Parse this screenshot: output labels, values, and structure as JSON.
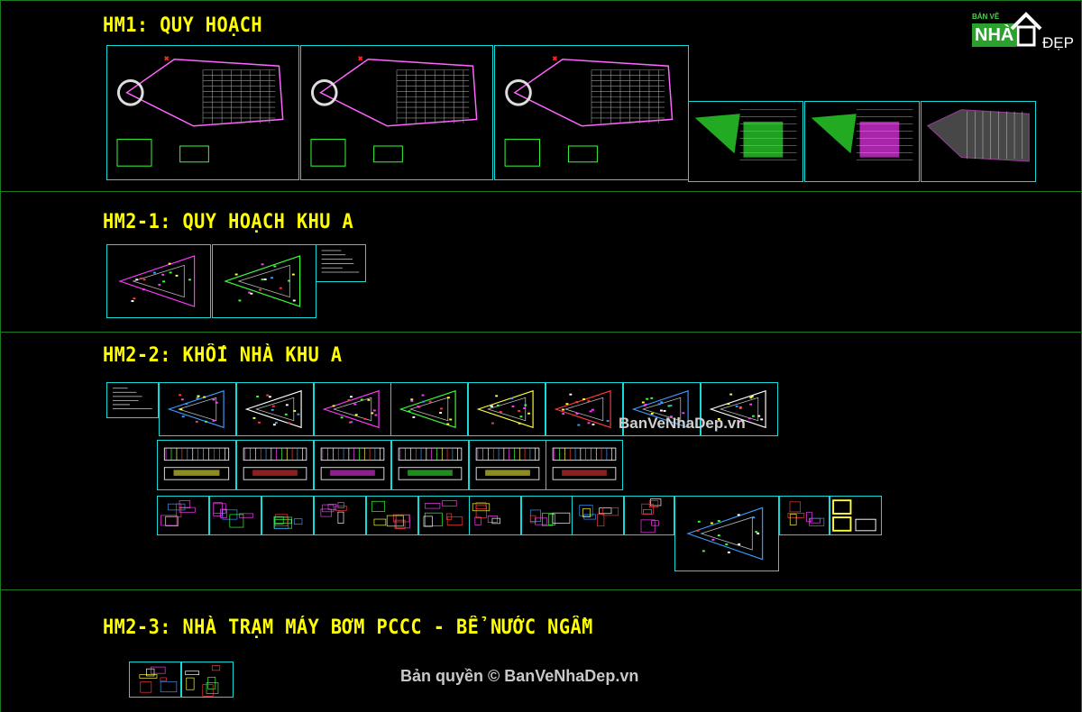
{
  "sections": [
    {
      "title": "HM1: QUY HOẠCH"
    },
    {
      "title": "HM2-1: QUY HOẠCH KHU A"
    },
    {
      "title": "HM2-2: KHỐI NHÀ KHU A"
    },
    {
      "title": "HM2-3: NHÀ TRẠM MÁY BƠM PCCC - BỂ NƯỚC NGẦM"
    }
  ],
  "logo": {
    "top_text": "BẢN VẼ",
    "main_text": "NHÀ",
    "sub_text": "ĐẸP"
  },
  "watermarks": {
    "middle": "BanVeNhaDep.vn",
    "bottom": "Bản quyền © BanVeNhaDep.vn"
  },
  "colors": {
    "background": "#000000",
    "heading": "#ffff00",
    "sheet_border": "#19d8d8",
    "separator": "#1f7a1f"
  }
}
